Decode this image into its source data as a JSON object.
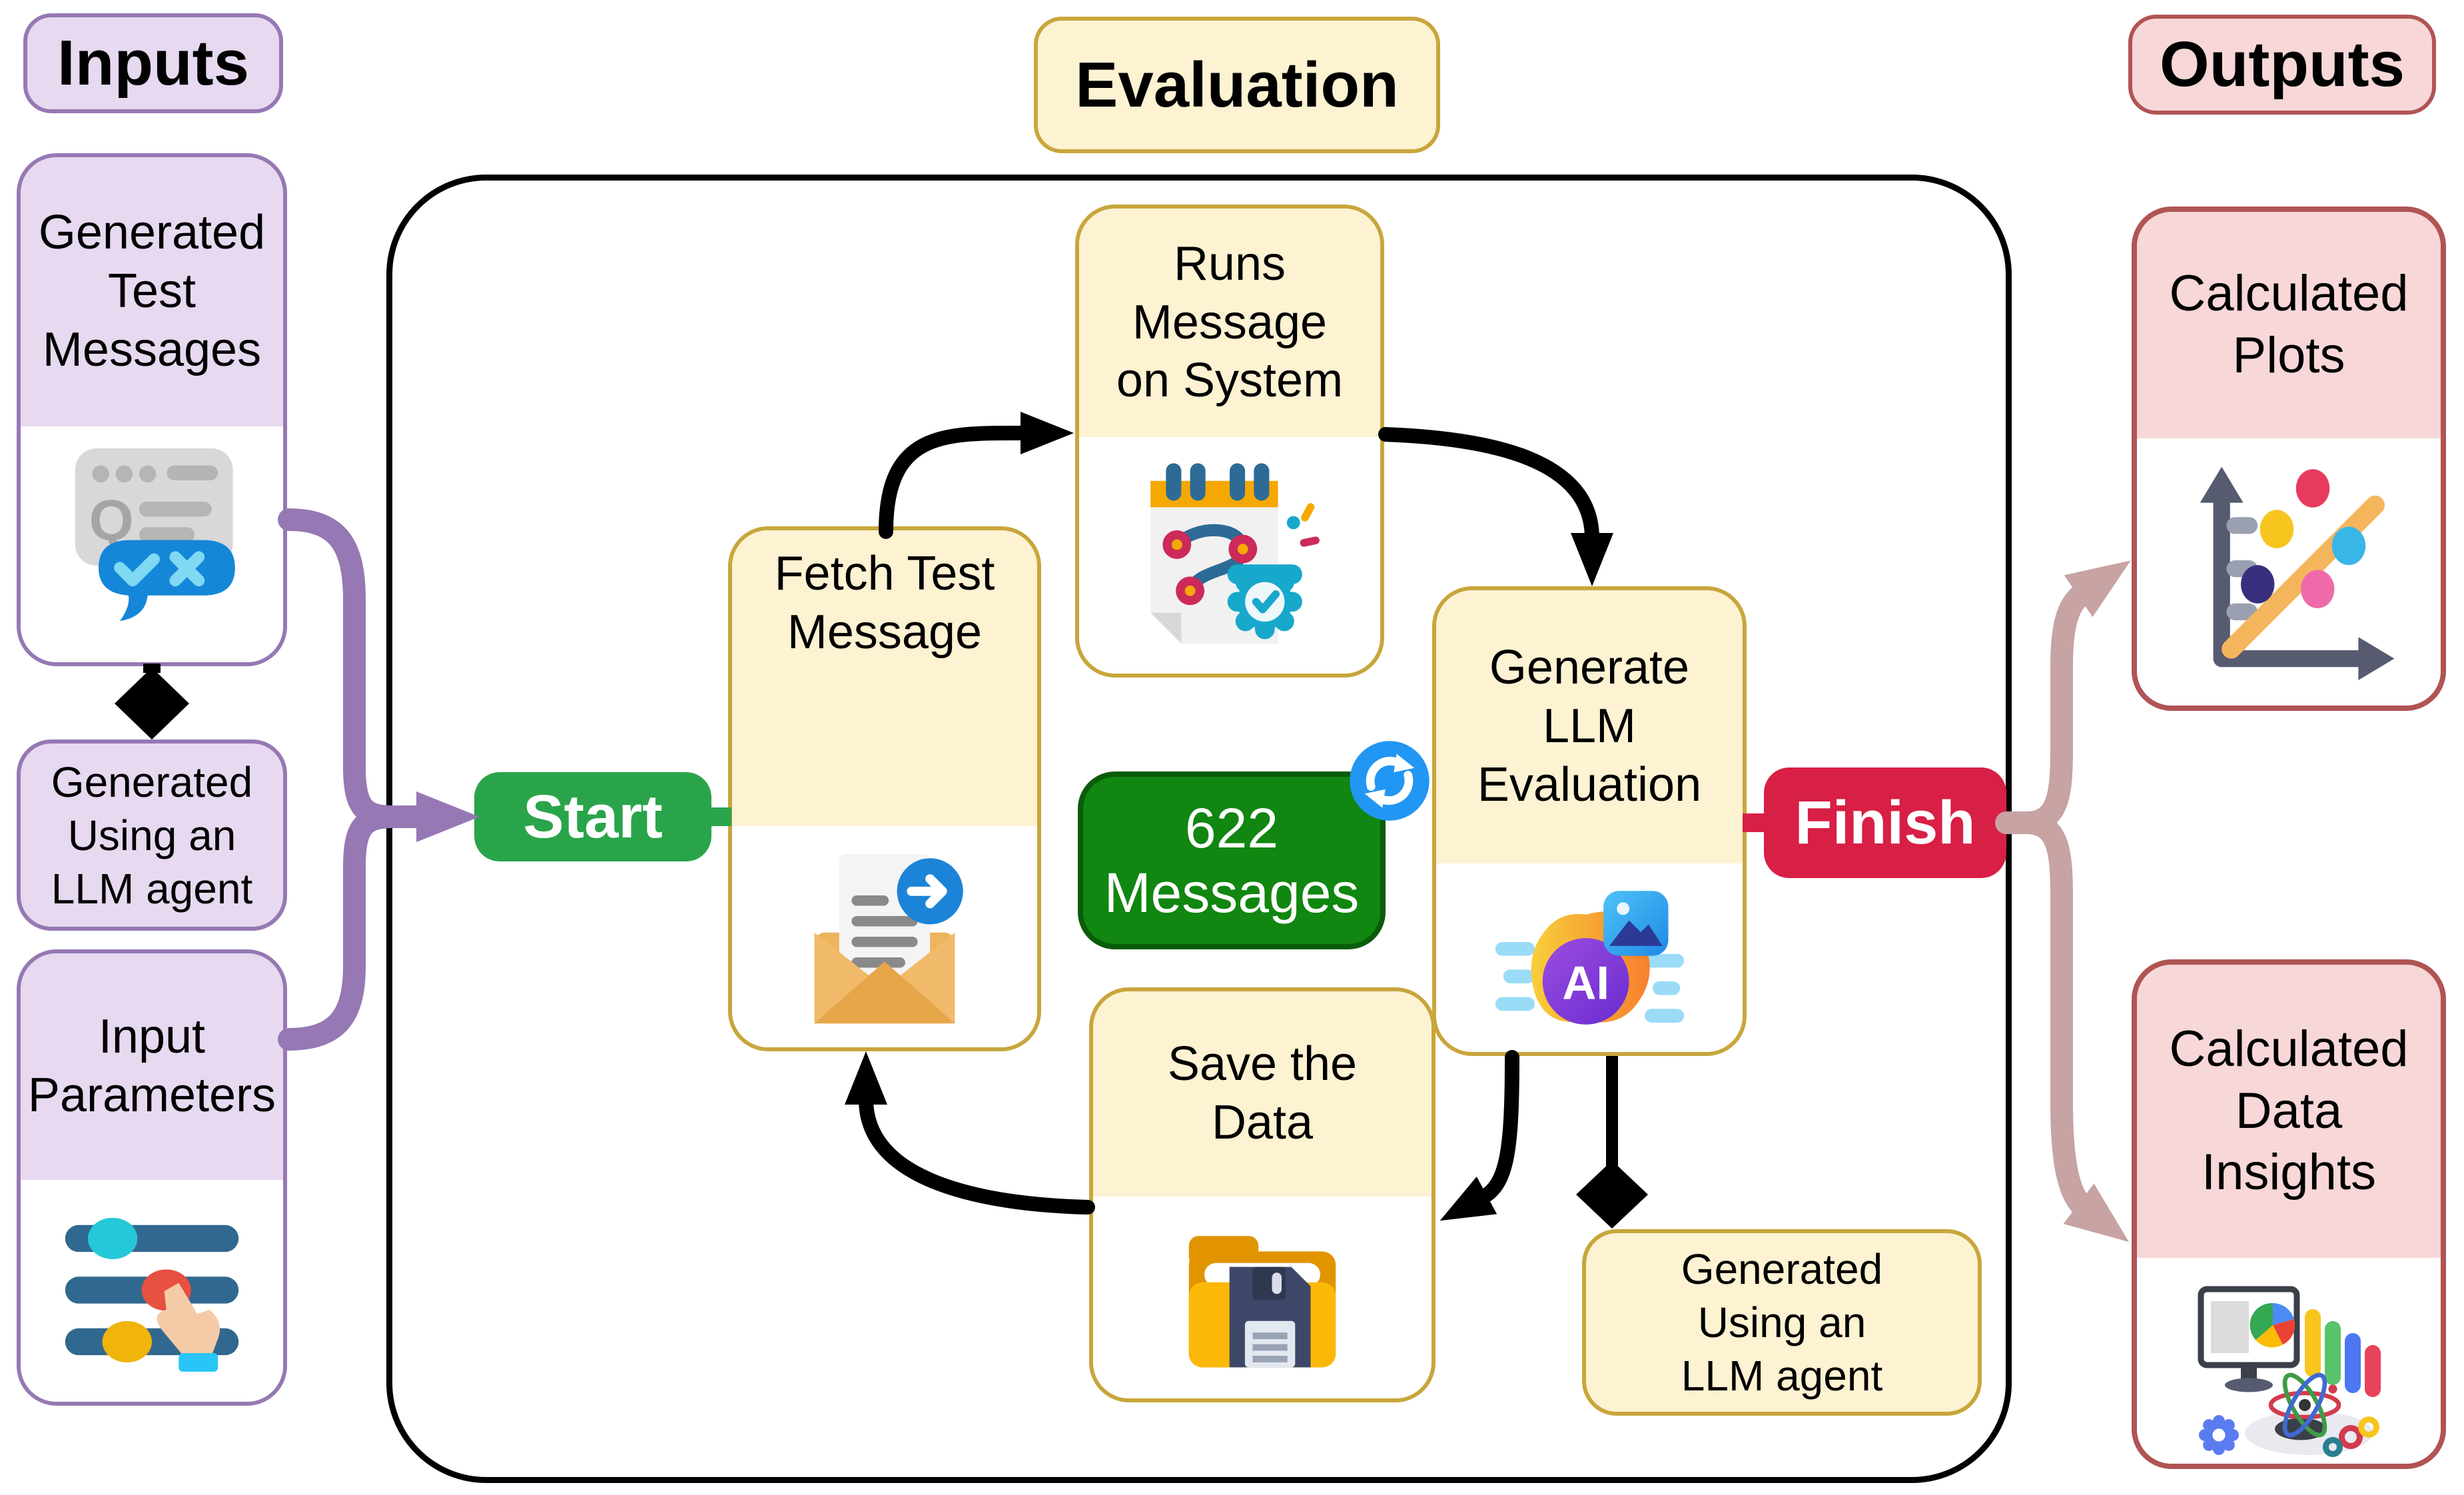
{
  "colors": {
    "purple_border": "#9678b4",
    "purple_fill": "#e6d9f0",
    "gold_border": "#c8a63c",
    "cream_fill": "#fdf2d2",
    "green_start": "#2aa44a",
    "green_badge": "#118611",
    "green_badge_border": "#0a5c0a",
    "red_finish": "#d81f45",
    "red_border": "#b05454",
    "pink_fill": "#f7d7d7",
    "rosy": "#c7a3a3",
    "black": "#000000"
  },
  "inputs": {
    "header": "Inputs",
    "generated_test_messages": "Generated\nTest\nMessages",
    "generated_using_llm": "Generated\nUsing an\nLLM agent",
    "input_parameters": "Input\nParameters"
  },
  "evaluation": {
    "header": "Evaluation",
    "start_label": "Start",
    "finish_label": "Finish",
    "fetch": "Fetch Test\nMessage",
    "runs": "Runs\nMessage\non System",
    "generate": "Generate\nLLM\nEvaluation",
    "save": "Save the\nData",
    "note": "Generated\nUsing an\nLLM agent",
    "badge_count": "622",
    "badge_label": "Messages"
  },
  "outputs": {
    "header": "Outputs",
    "plots": "Calculated\nPlots",
    "insights": "Calculated\nData\nInsights"
  },
  "icons": {
    "qa_chat_icon": "grey Q&A message card with blue check/cross speech bubble",
    "sliders_icon": "three slider bars with cyan, red and yellow knobs and a hand",
    "envelope_icon": "open envelope with letter and blue forward-arrow circle",
    "calendar_route_icon": "planner page with route dots and teal check gear",
    "ai_icon": "purple AI circle over orange blob with image tile",
    "save_icon": "yellow folder with navy floppy disk",
    "scatter_plot_icon": "axes with colored dots and orange trend line",
    "data_insights_icon": "monitor with pie chart, bar columns, atom and gear",
    "refresh_icon": "blue circular sync arrows"
  }
}
